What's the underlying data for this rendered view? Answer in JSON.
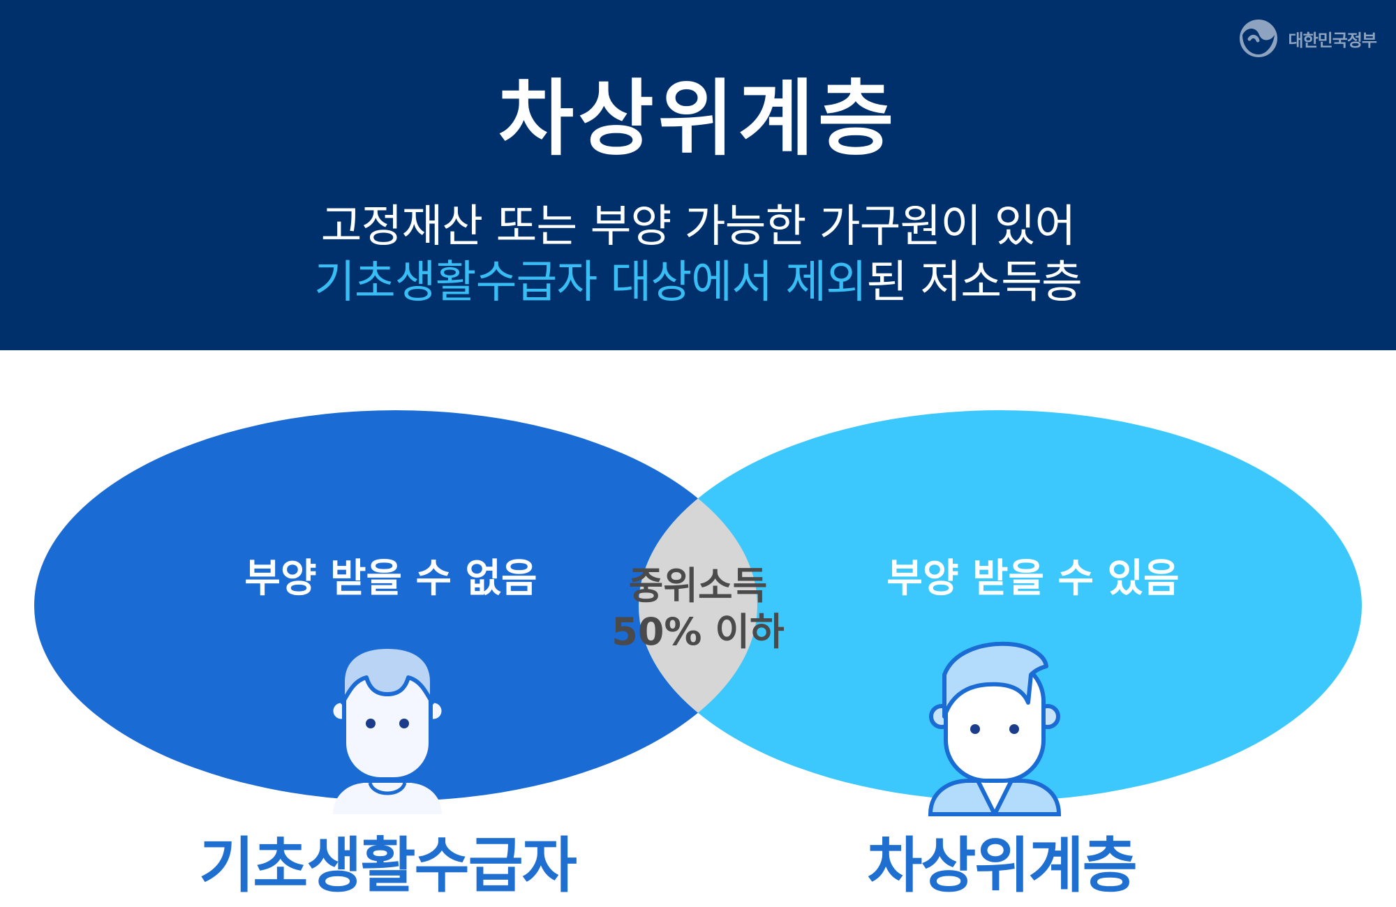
{
  "header": {
    "logo_text": "대한민국정부",
    "title": "차상위계층",
    "subtitle_line1": "고정재산 또는 부양 가능한 가구원이 있어",
    "subtitle_line2_highlight_a": "기초생활수급자 대상에서 제외",
    "subtitle_line2_normal": "된 저소득층",
    "colors": {
      "background": "#00306b",
      "highlight": "#38bdf5"
    }
  },
  "venn": {
    "left_set": {
      "inner_text": "부양 받을 수 없음",
      "label": "기초생활수급자",
      "color": "#1a6bd4",
      "icon": "person-icon"
    },
    "right_set": {
      "inner_text": "부양 받을 수 있음",
      "label": "차상위계층",
      "color": "#3cc8fc",
      "icon": "person-icon"
    },
    "intersection": {
      "line1": "중위소득",
      "line2": "50% 이하",
      "color": "#d6d6d6"
    },
    "label_color": "#1f6fd1"
  }
}
